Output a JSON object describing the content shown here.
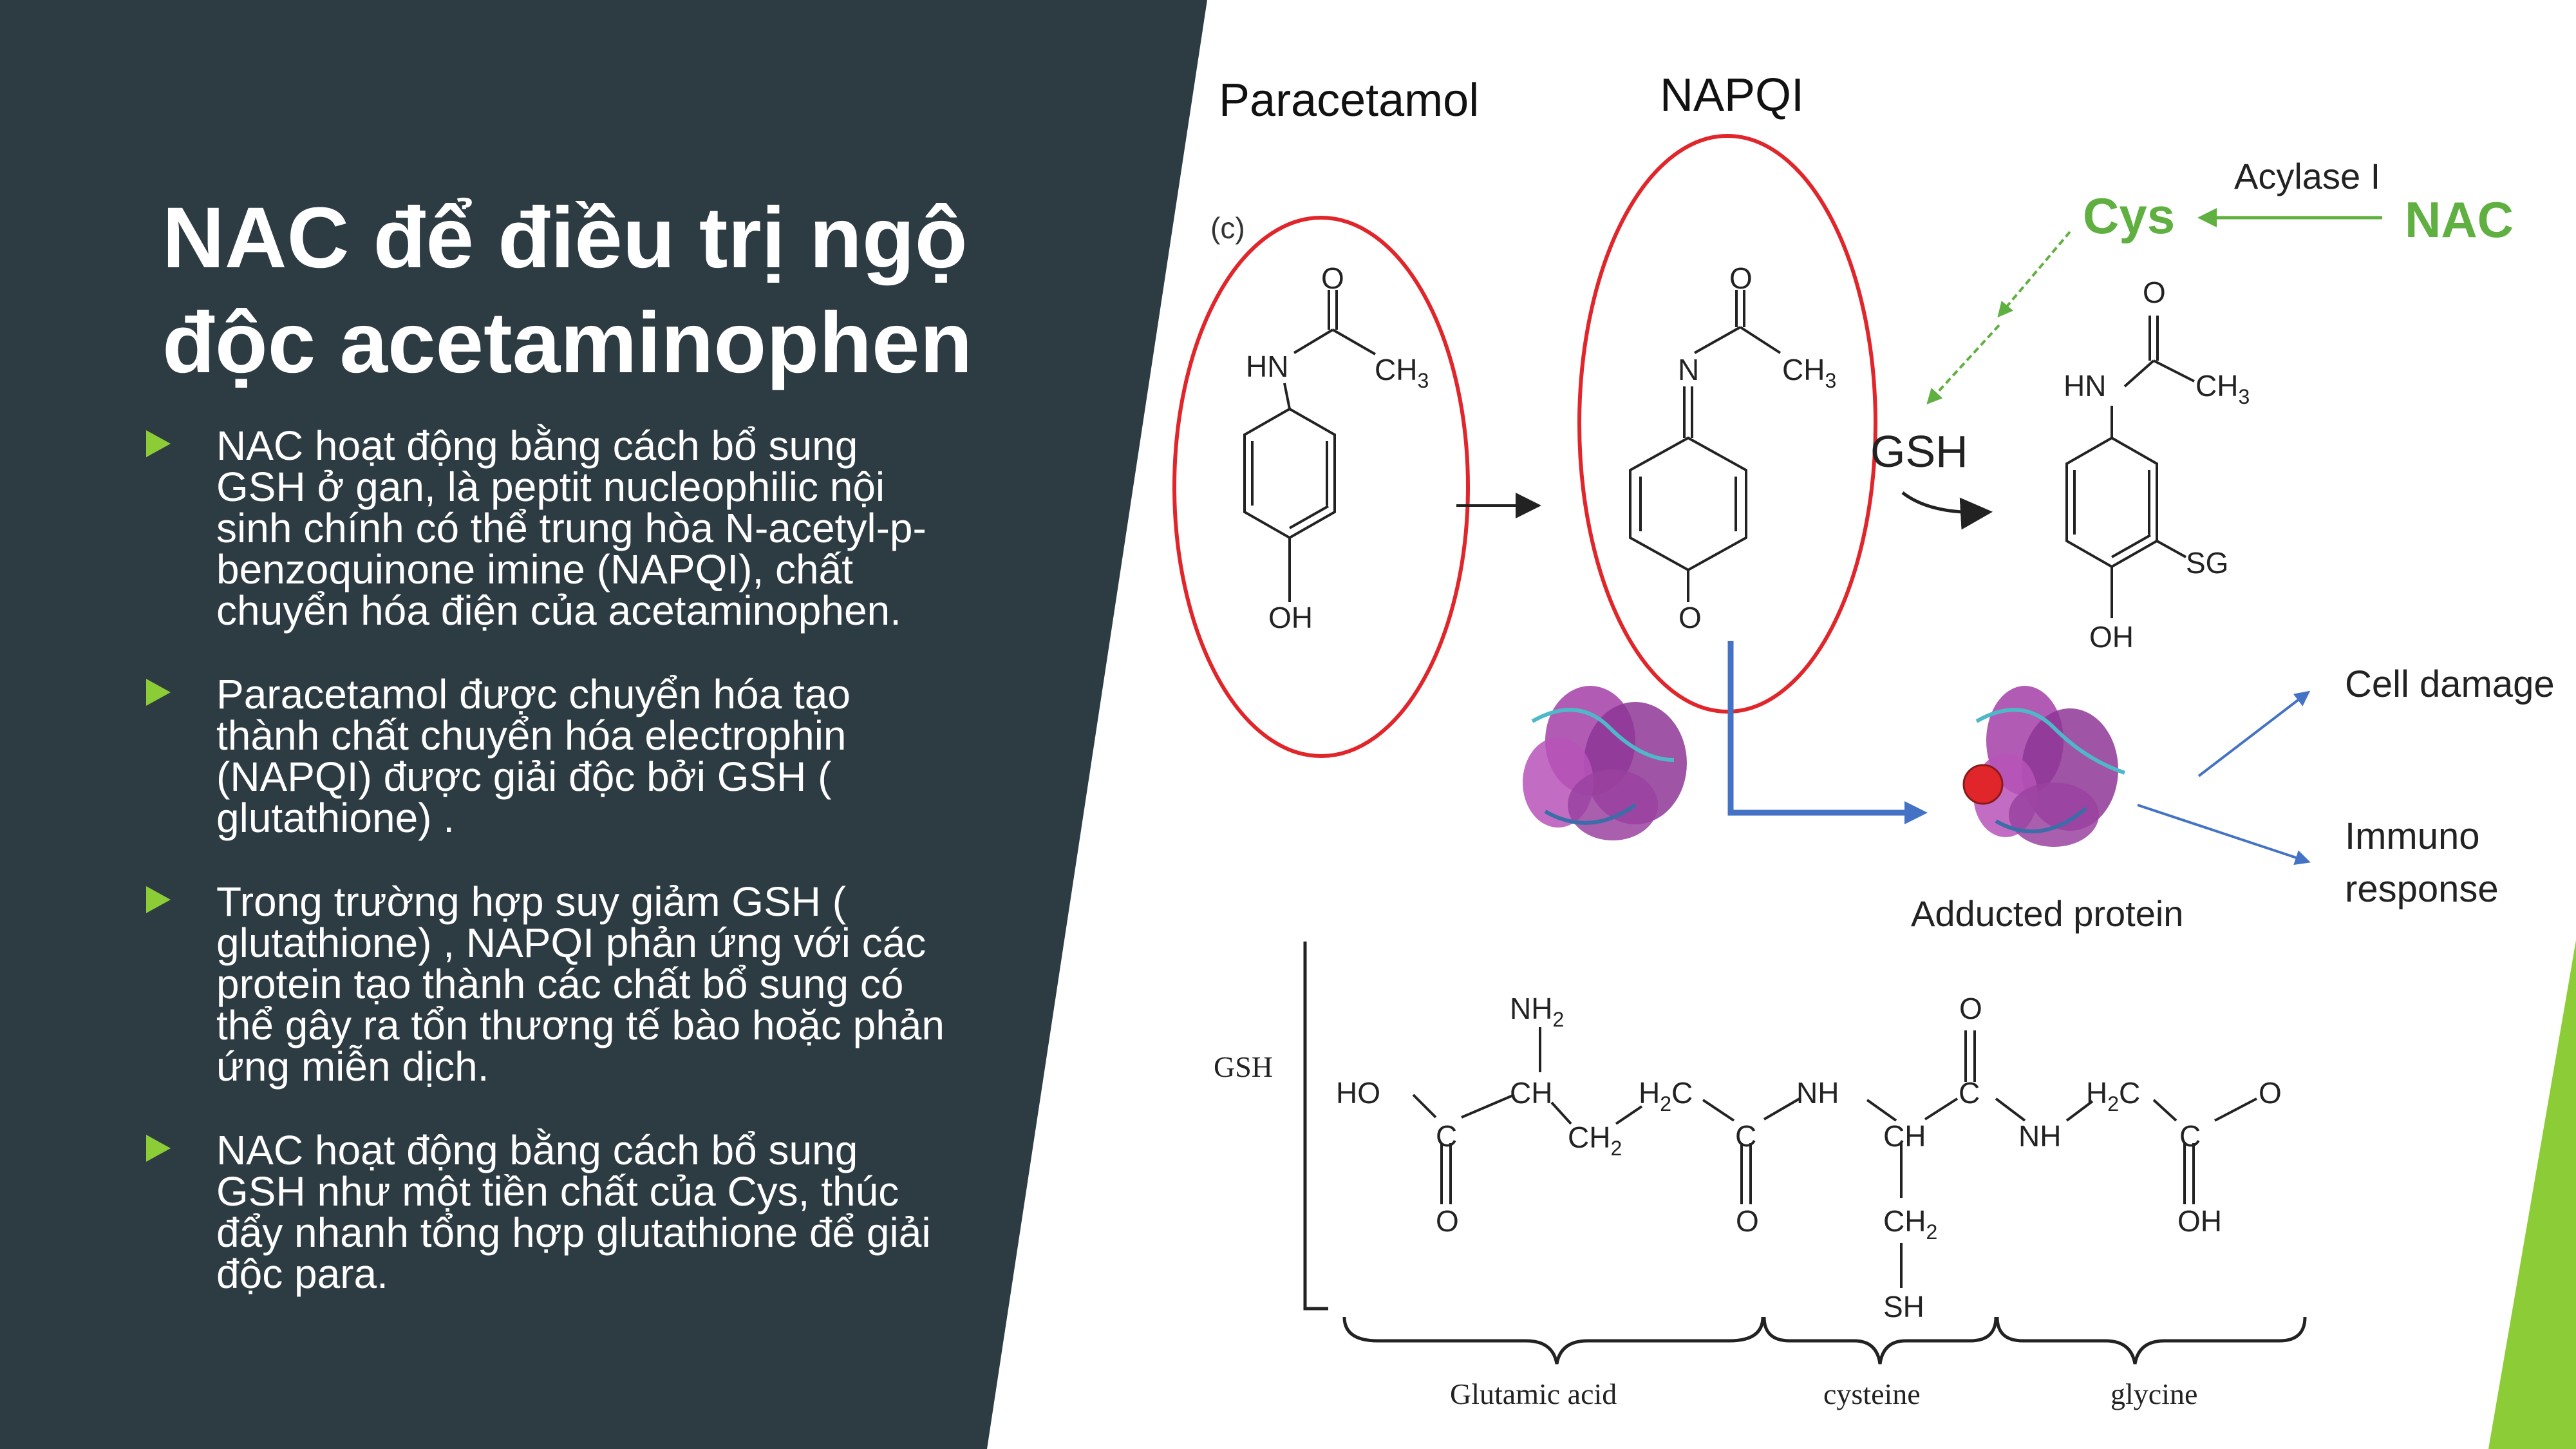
{
  "slide": {
    "title_lines": [
      "NAC để điều trị ngộ",
      "độc acetaminophen"
    ],
    "bullets": [
      "NAC hoạt động bằng cách bổ sung GSH ở gan, là peptit nucleophilic nội sinh chính có thể trung hòa N-acetyl-p-benzoquinone imine (NAPQI), chất chuyển hóa điện của acetaminophen.",
      "Paracetamol được chuyển hóa tạo thành chất chuyển hóa electrophin (NAPQI) được giải độc bởi GSH ( glutathione) .",
      "Trong trường hợp suy giảm GSH ( glutathione) , NAPQI phản ứng với các protein tạo thành các chất bổ sung có thể gây ra tổn thương tế bào hoặc phản ứng miễn dịch.",
      "NAC hoạt động bằng cách bổ sung GSH như một tiền chất của Cys, thúc đẩy nhanh tổng hợp glutathione để giải độc para."
    ]
  },
  "diagram": {
    "label_paracetamol": "Paracetamol",
    "label_napqi": "NAPQI",
    "panel_letter": "(c)",
    "acylase": "Acylase I",
    "cys": "Cys",
    "nac": "NAC",
    "gsh": "GSH",
    "cell_damage": "Cell damage",
    "immuno_line1": "Immuno",
    "immuno_line2": "response",
    "adducted_protein": "Adducted protein",
    "atoms": {
      "O": "O",
      "HN": "HN",
      "N": "N",
      "CH3": "CH",
      "sub3": "3",
      "OH": "OH",
      "SG": "SG"
    },
    "gsh_structure": {
      "label": "GSH",
      "NH": "NH",
      "sub2": "2",
      "HO": "HO",
      "C": "C",
      "CH": "CH",
      "H": "H",
      "SH": "SH",
      "O": "O",
      "OH": "OH",
      "brace_glutamic": "Glutamic acid",
      "brace_cysteine": "cysteine",
      "brace_glycine": "glycine"
    }
  },
  "colors": {
    "panel_dark": "#2d3c43",
    "accent_green": "#8ccc36",
    "ellipse_red": "#e0262b",
    "arrow_blue": "#4472c4",
    "cys_nac_green": "#5fb040",
    "adduct_dot": "#e0262b"
  }
}
